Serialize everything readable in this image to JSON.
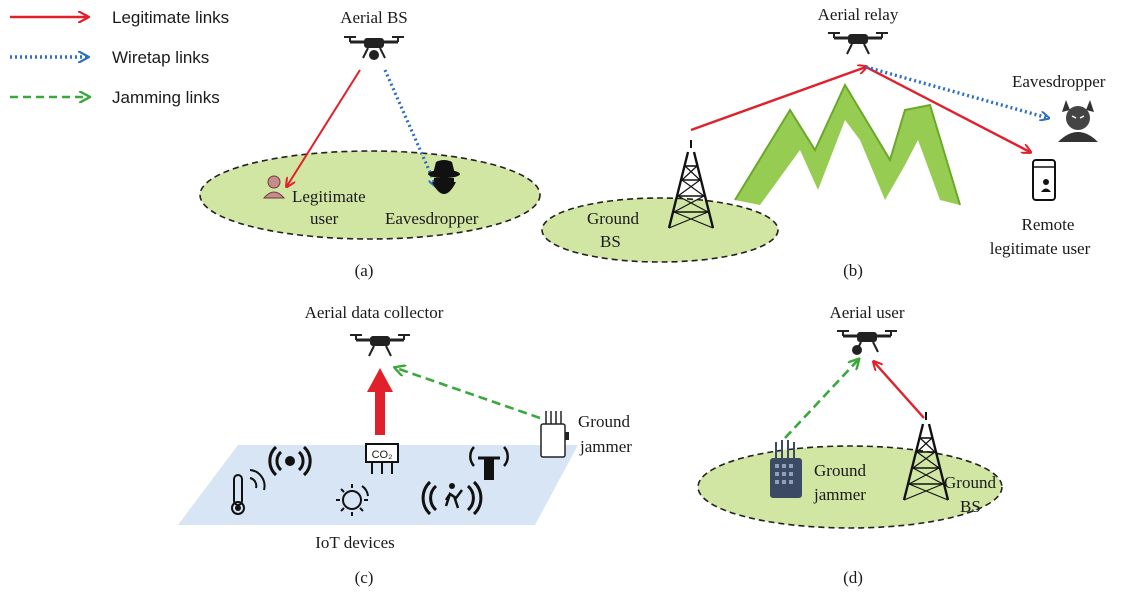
{
  "legend": {
    "legitimate": "Legitimate links",
    "wiretap": "Wiretap links",
    "jamming": "Jamming links"
  },
  "colors": {
    "legitimate": "#e0202a",
    "wiretap": "#2f6fc0",
    "jamming": "#3aa83a",
    "ground_zone": "#d2e6a3",
    "iot_plane": "#d7e5f4",
    "mountain": "#8cc63f"
  },
  "panel_a": {
    "caption": "(a)",
    "drone_label": "Aerial BS",
    "user_label_1": "Legitimate",
    "user_label_2": "user",
    "eavesdropper_label": "Eavesdropper"
  },
  "panel_b": {
    "caption": "(b)",
    "drone_label": "Aerial relay",
    "eavesdropper_label": "Eavesdropper",
    "ground_bs_1": "Ground",
    "ground_bs_2": "BS",
    "remote_user_1": "Remote",
    "remote_user_2": "legitimate user"
  },
  "panel_c": {
    "caption": "(c)",
    "drone_label": "Aerial data collector",
    "jammer_1": "Ground",
    "jammer_2": "jammer",
    "iot_label": "IoT devices",
    "co2_label": "CO₂"
  },
  "panel_d": {
    "caption": "(d)",
    "drone_label": "Aerial user",
    "jammer_1": "Ground",
    "jammer_2": "jammer",
    "ground_bs_1": "Ground",
    "ground_bs_2": "BS"
  }
}
